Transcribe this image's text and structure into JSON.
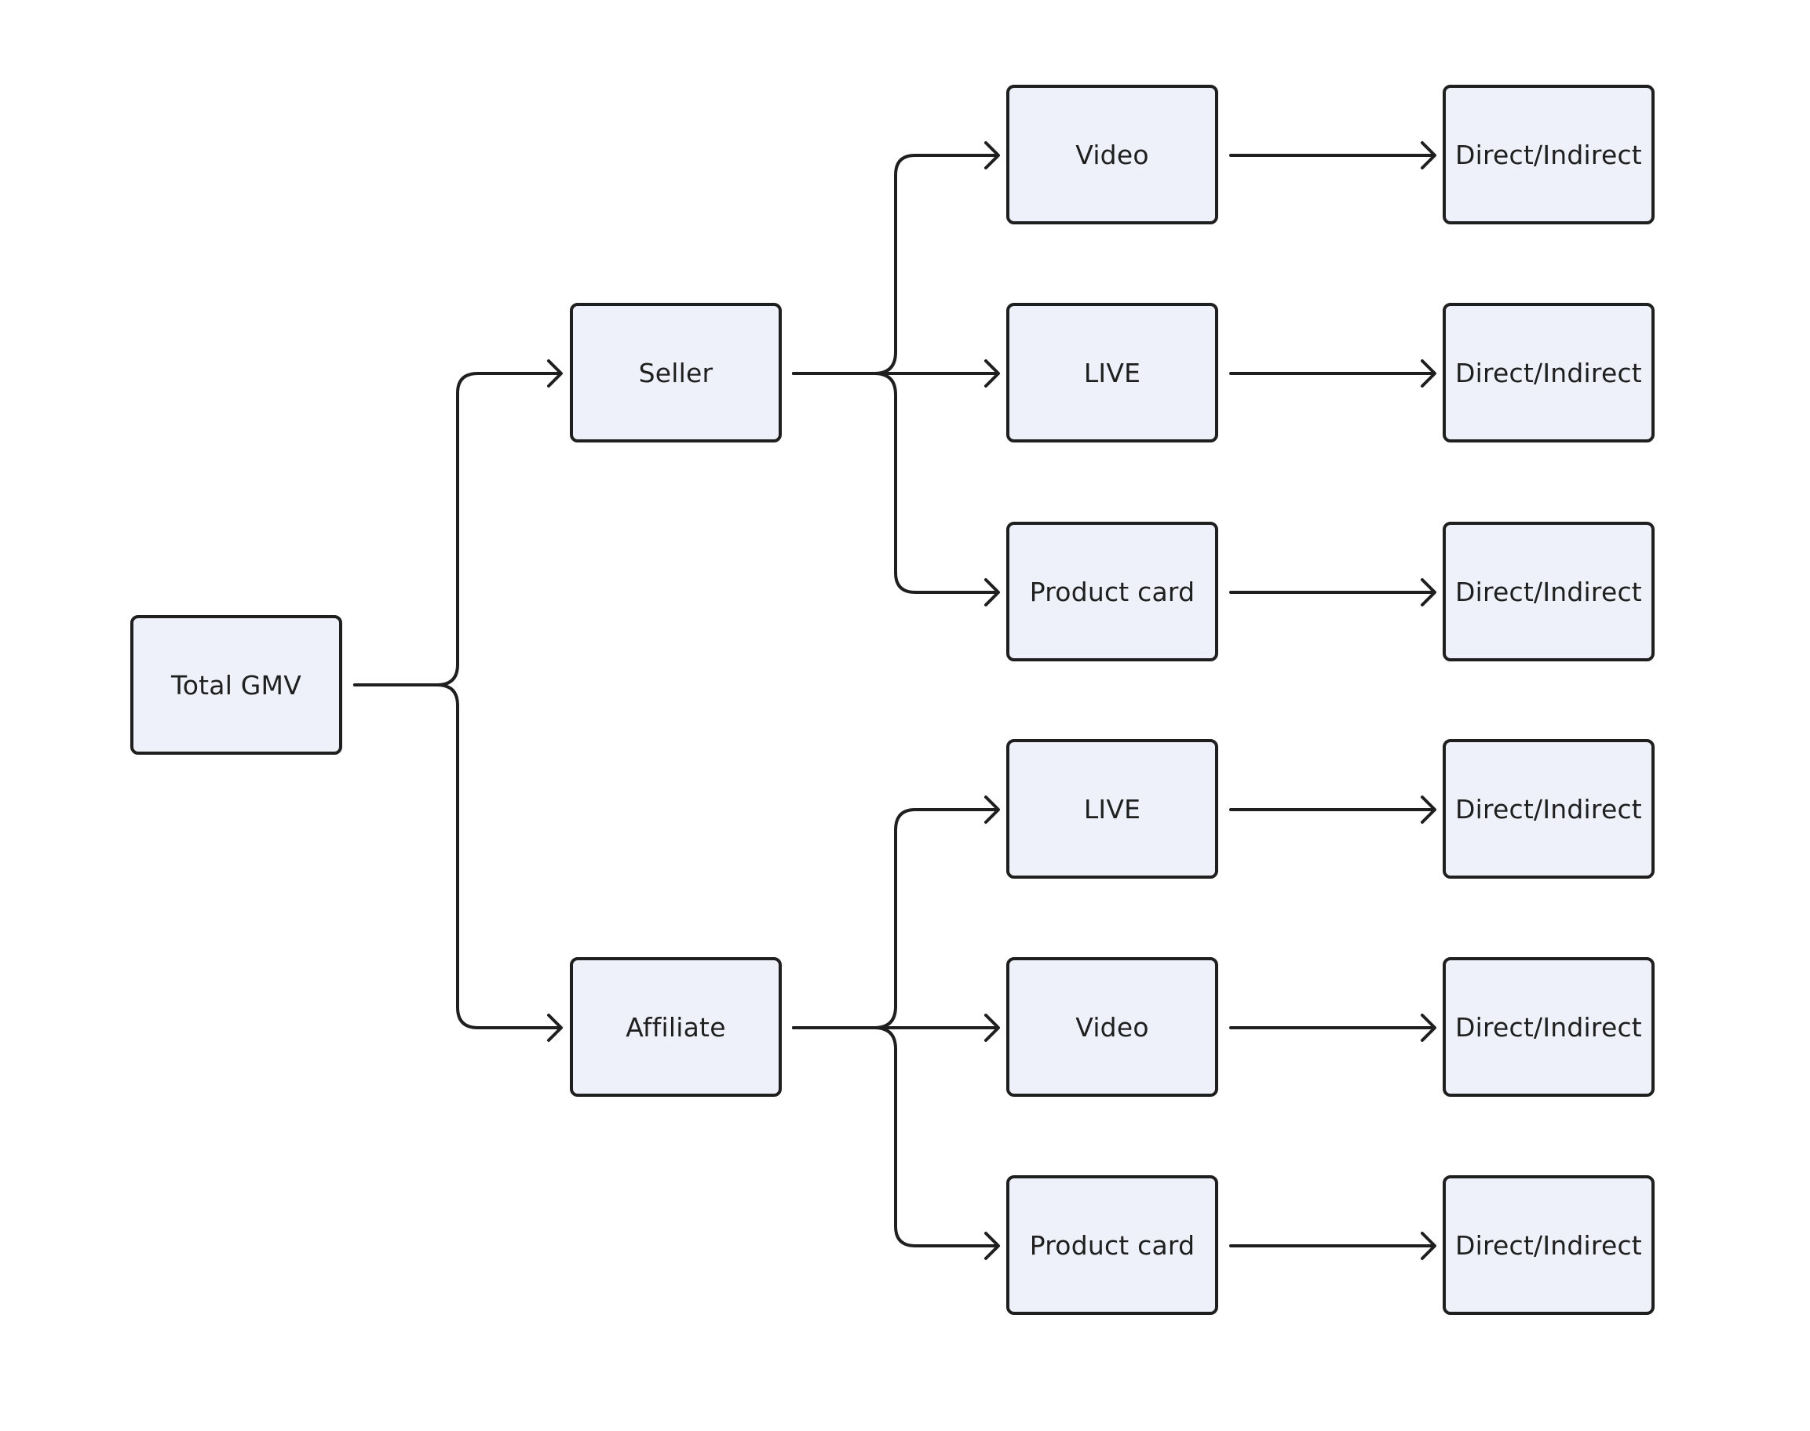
{
  "colors": {
    "node_fill": "#eef1f9",
    "stroke": "#1f1f1f",
    "background": "#ffffff"
  },
  "nodes": {
    "root": "Total GMV",
    "seller": "Seller",
    "affiliate": "Affiliate",
    "seller_video": "Video",
    "seller_live": "LIVE",
    "seller_product_card": "Product card",
    "affiliate_live": "LIVE",
    "affiliate_video": "Video",
    "affiliate_product_card": "Product card",
    "seller_video_attr": "Direct/Indirect",
    "seller_live_attr": "Direct/Indirect",
    "seller_product_card_attr": "Direct/Indirect",
    "affiliate_live_attr": "Direct/Indirect",
    "affiliate_video_attr": "Direct/Indirect",
    "affiliate_product_card_attr": "Direct/Indirect"
  }
}
